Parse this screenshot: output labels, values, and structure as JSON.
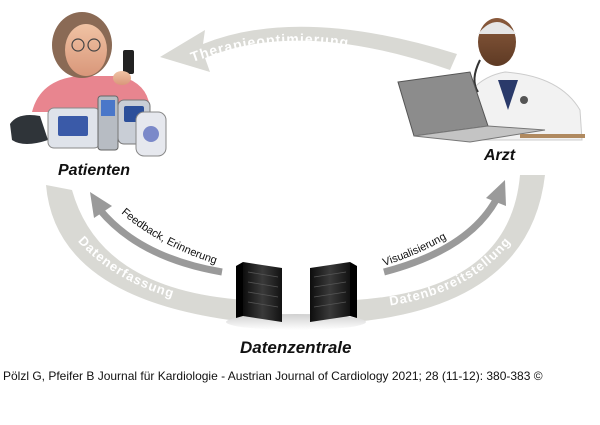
{
  "nodes": {
    "patient": "Patienten",
    "doctor": "Arzt",
    "server": "Datenzentrale"
  },
  "arrows": {
    "top": "Therapieoptimierung",
    "left_outer": "Datenerfassung",
    "left_inner": "Feedback, Erinnerung",
    "right_inner": "Visualisierung",
    "right_outer": "Datenbereitstellung"
  },
  "citation": "Pölzl G, Pfeifer B Journal für Kardiologie - Austrian Journal of Cardiology 2021; 28 (11-12): 380-383 ©",
  "colors": {
    "arrow_fill": "#d9d9d4",
    "arrow_text": "#ffffff",
    "inner_arrow": "#9a9a9a",
    "label_text": "#111111"
  }
}
